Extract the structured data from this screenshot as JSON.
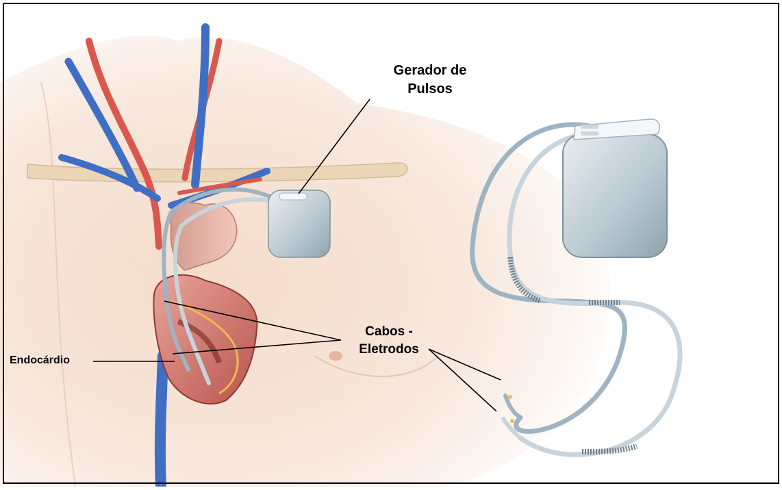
{
  "labels": {
    "pulse_generator": [
      "Gerador de",
      "Pulsos"
    ],
    "leads": [
      "Cabos -",
      "Eletrodos"
    ],
    "endocardium": "Endocárdio"
  }
}
